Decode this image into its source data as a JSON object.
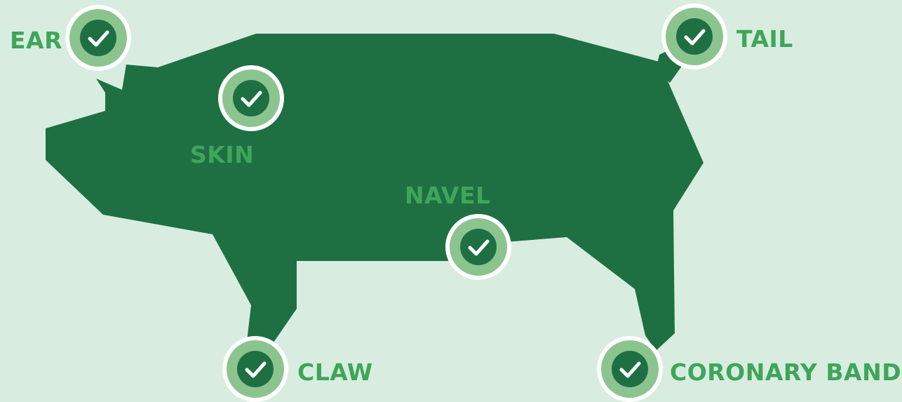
{
  "colors": {
    "background": "#d8eddf",
    "pig": "#1e7043",
    "label": "#3fa55a",
    "badge_ring": "#8cc490",
    "badge_inner": "#1e7043",
    "badge_border": "#ffffff",
    "check": "#ffffff"
  },
  "labels": {
    "ear": "EAR",
    "skin": "SKIN",
    "navel": "NAVEL",
    "tail": "TAIL",
    "claw": "CLAW",
    "coronary_band": "CORONARY BAND"
  },
  "icons": {
    "marker": "check-circle-icon",
    "silhouette": "pig-silhouette"
  }
}
